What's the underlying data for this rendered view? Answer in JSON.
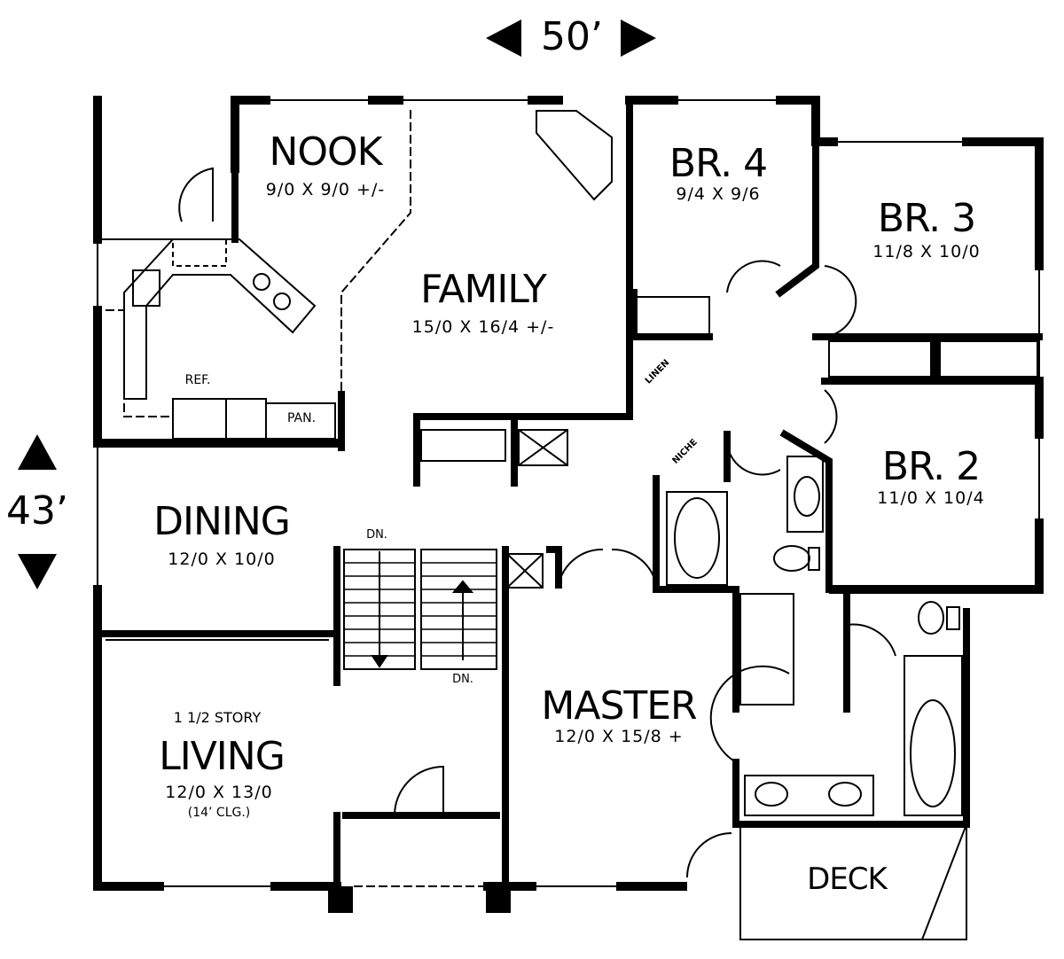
{
  "overall": {
    "width": "50’",
    "depth": "43’"
  },
  "rooms": {
    "nook": {
      "name": "NOOK",
      "size": "9/0 X 9/0 +/-"
    },
    "family": {
      "name": "FAMILY",
      "size": "15/0 X 16/4 +/-"
    },
    "br4": {
      "name": "BR. 4",
      "size": "9/4 X 9/6"
    },
    "br3": {
      "name": "BR. 3",
      "size": "11/8 X 10/0"
    },
    "br2": {
      "name": "BR. 2",
      "size": "11/0 X 10/4"
    },
    "dining": {
      "name": "DINING",
      "size": "12/0 X 10/0"
    },
    "living": {
      "note": "1 1/2 STORY",
      "name": "LIVING",
      "size": "12/0 X 13/0",
      "ceiling": "(14’ CLG.)"
    },
    "master": {
      "name": "MASTER",
      "size": "12/0 X 15/8 +"
    },
    "deck": {
      "name": "DECK"
    }
  },
  "labels": {
    "ref": "REF.",
    "pan": "PAN.",
    "linen": "LINEN",
    "niche": "NICHE",
    "dn_top": "DN.",
    "dn_bottom": "DN."
  }
}
